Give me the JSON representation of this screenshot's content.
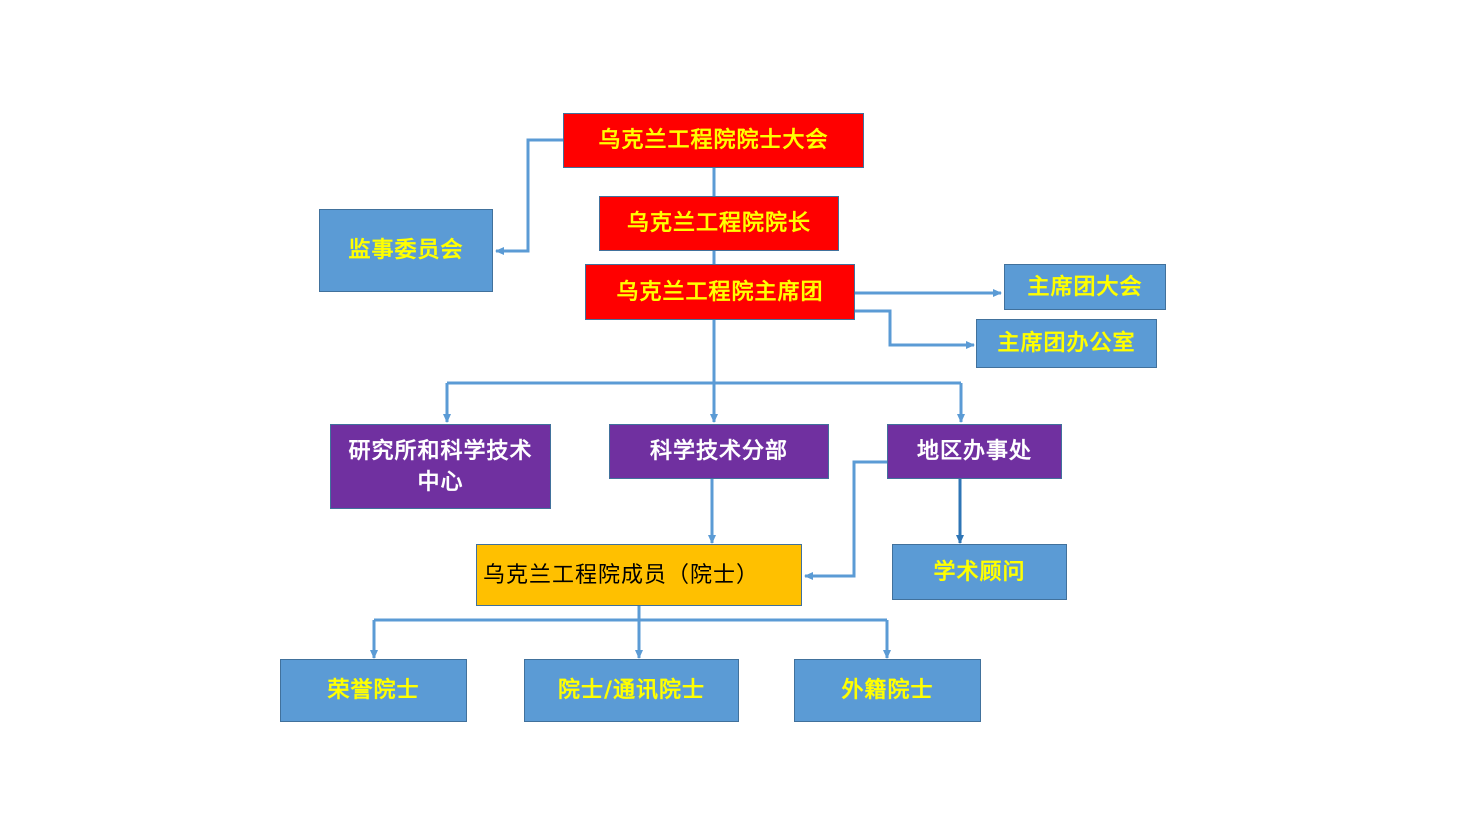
{
  "title": "乌克兰工程院组织结构图",
  "colors": {
    "leadership_fill": "#ff0000",
    "leadership_text": "#ffff00",
    "unit_fill": "#5b9bd5",
    "unit_text": "#ffff00",
    "division_fill": "#7030a0",
    "division_text": "#ffffff",
    "members_fill": "#ffc000",
    "members_text": "#000000",
    "connector": "#5b9bd5"
  },
  "nodes": {
    "general_assembly": "乌克兰工程院院士大会",
    "supervisory_board": "监事委员会",
    "president": "乌克兰工程院院长",
    "presidium": "乌克兰工程院主席团",
    "presidium_assembly": "主席团大会",
    "presidium_office": "主席团办公室",
    "institutes": "研究所和科学技术中心",
    "sci_tech_branches": "科学技术分部",
    "regional_offices": "地区办事处",
    "members": "乌克兰工程院成员（院士）",
    "academic_advisors": "学术顾问",
    "honorary_academicians": "荣誉院士",
    "corresponding_academicians": "院士/通讯院士",
    "foreign_academicians": "外籍院士"
  },
  "edges": [
    {
      "from": "general_assembly",
      "to": "supervisory_board"
    },
    {
      "from": "general_assembly",
      "to": "president"
    },
    {
      "from": "president",
      "to": "presidium"
    },
    {
      "from": "presidium",
      "to": "presidium_assembly"
    },
    {
      "from": "presidium",
      "to": "presidium_office"
    },
    {
      "from": "presidium",
      "to": "institutes"
    },
    {
      "from": "presidium",
      "to": "sci_tech_branches"
    },
    {
      "from": "presidium",
      "to": "regional_offices"
    },
    {
      "from": "sci_tech_branches",
      "to": "members"
    },
    {
      "from": "regional_offices",
      "to": "members"
    },
    {
      "from": "regional_offices",
      "to": "academic_advisors"
    },
    {
      "from": "members",
      "to": "honorary_academicians"
    },
    {
      "from": "members",
      "to": "corresponding_academicians"
    },
    {
      "from": "members",
      "to": "foreign_academicians"
    }
  ]
}
